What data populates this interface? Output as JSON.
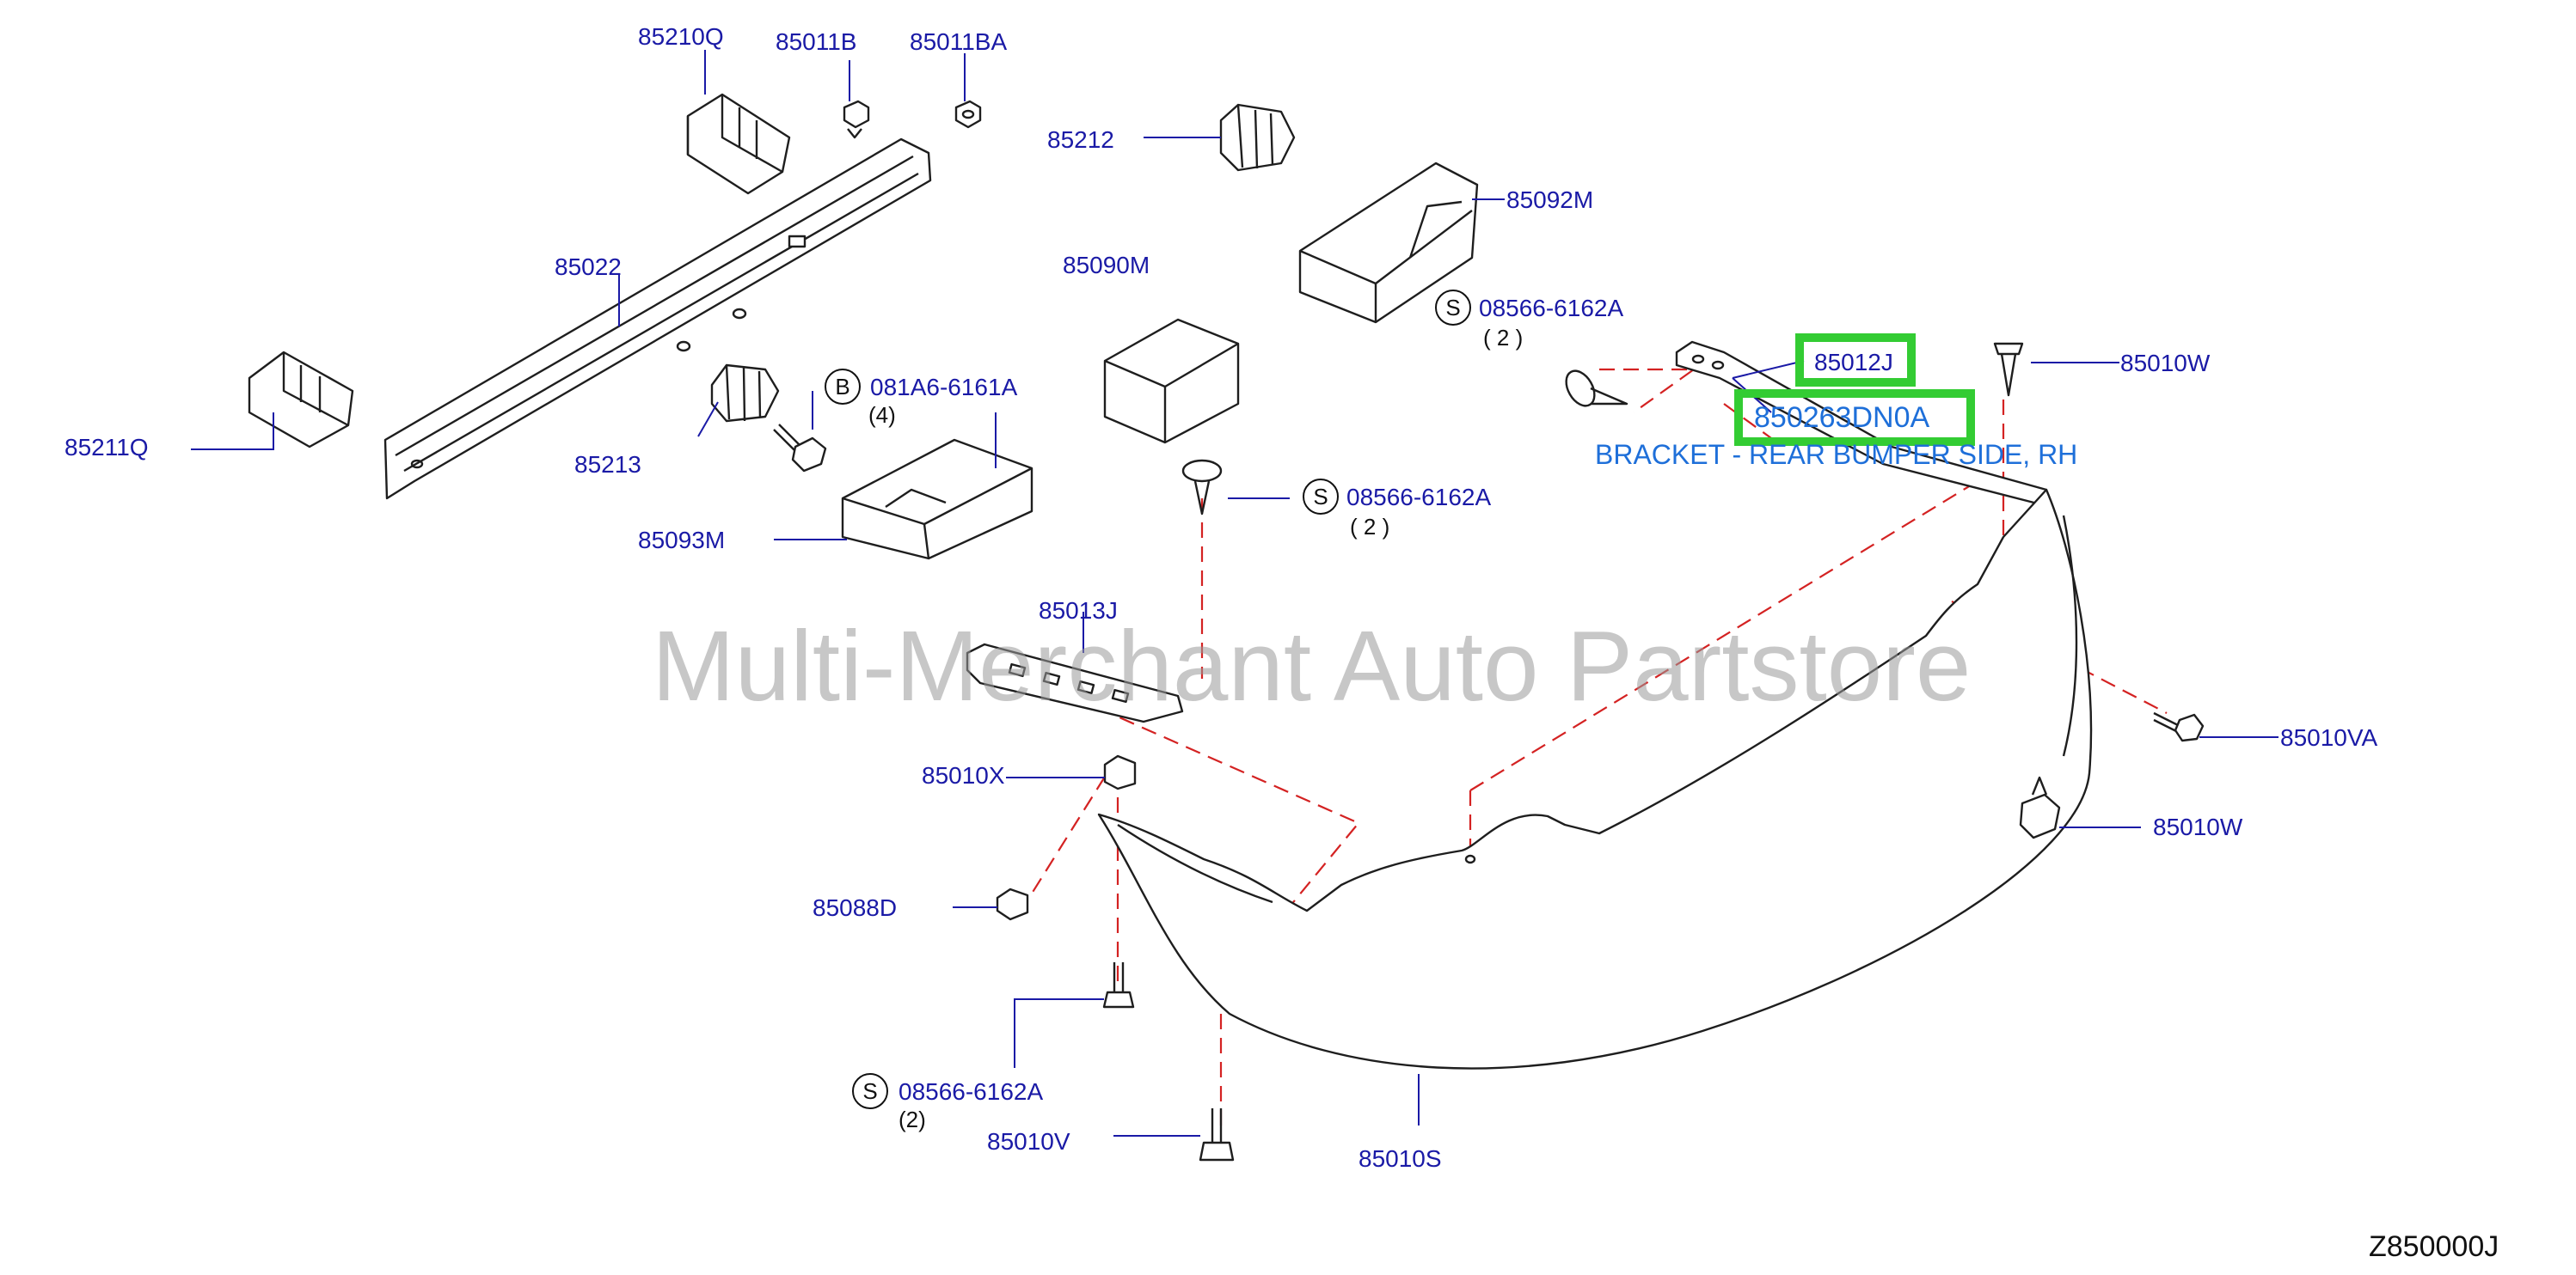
{
  "watermark": "Multi-Merchant Auto Partstore",
  "diagram_code": "Z850000J",
  "highlight": {
    "part_number": "85012J",
    "oem_number": "850263DN0A",
    "description": "BRACKET - REAR BUMPER SIDE, RH",
    "color": "#33cc33"
  },
  "callouts": {
    "p85210Q": "85210Q",
    "p85011B": "85011B",
    "p85011BA": "85011BA",
    "p85212": "85212",
    "p85092M": "85092M",
    "p85022": "85022",
    "p85090M": "85090M",
    "s1_part": "08566-6162A",
    "s1_qty": "( 2 )",
    "p85010W_top": "85010W",
    "p85211Q": "85211Q",
    "b1_part": "081A6-6161A",
    "b1_qty": "(4)",
    "p85213": "85213",
    "s2_part": "08566-6162A",
    "s2_qty": "( 2 )",
    "p85093M": "85093M",
    "p85013J": "85013J",
    "p85010VA": "85010VA",
    "p85010X": "85010X",
    "p85010W_bottom": "85010W",
    "p85088D": "85088D",
    "s3_part": "08566-6162A",
    "s3_qty": "(2)",
    "p85010V": "85010V",
    "p85010S": "85010S"
  },
  "symbols": {
    "s": "S",
    "b": "B"
  }
}
